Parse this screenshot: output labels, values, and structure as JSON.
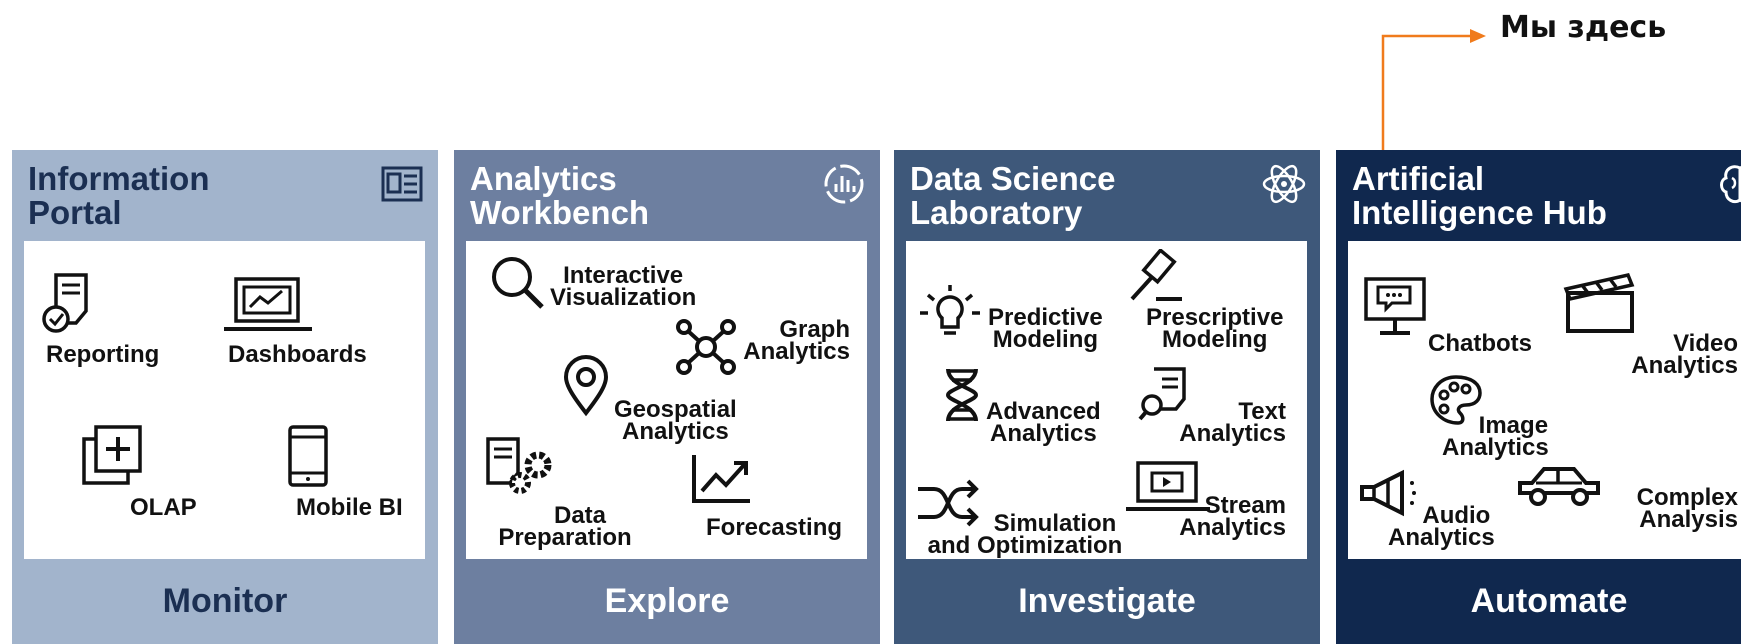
{
  "callout": {
    "label": "Мы здесь",
    "color": "#f07b1c"
  },
  "panels": [
    {
      "title_line1": "Information",
      "title_line2": "Portal",
      "header_icon": "id-card-icon",
      "verb": "Monitor",
      "items": [
        {
          "icon": "report-document-icon",
          "label": "Reporting"
        },
        {
          "icon": "dashboard-laptop-icon",
          "label": "Dashboards"
        },
        {
          "icon": "olap-cube-icon",
          "label": "OLAP"
        },
        {
          "icon": "mobile-phone-icon",
          "label": "Mobile BI"
        }
      ]
    },
    {
      "title_line1": "Analytics",
      "title_line2": "Workbench",
      "header_icon": "chart-circle-icon",
      "verb": "Explore",
      "items": [
        {
          "icon": "magnifier-icon",
          "label_line1": "Interactive",
          "label_line2": "Visualization"
        },
        {
          "icon": "graph-network-icon",
          "label_line1": "Graph",
          "label_line2": "Analytics"
        },
        {
          "icon": "map-pin-icon",
          "label_line1": "Geospatial",
          "label_line2": "Analytics"
        },
        {
          "icon": "document-gear-icon",
          "label_line1": "Data",
          "label_line2": "Preparation"
        },
        {
          "icon": "trend-chart-icon",
          "label": "Forecasting"
        }
      ]
    },
    {
      "title_line1": "Data Science",
      "title_line2": "Laboratory",
      "header_icon": "atom-icon",
      "verb": "Investigate",
      "items": [
        {
          "icon": "lightbulb-icon",
          "label_line1": "Predictive",
          "label_line2": "Modeling"
        },
        {
          "icon": "gavel-icon",
          "label_line1": "Prescriptive",
          "label_line2": "Modeling"
        },
        {
          "icon": "dna-icon",
          "label_line1": "Advanced",
          "label_line2": "Analytics"
        },
        {
          "icon": "text-search-icon",
          "label_line1": "Text",
          "label_line2": "Analytics"
        },
        {
          "icon": "shuffle-icon",
          "label_line1": "Simulation",
          "label_line2": "and Optimization"
        },
        {
          "icon": "video-laptop-icon",
          "label_line1": "Stream",
          "label_line2": "Analytics"
        }
      ]
    },
    {
      "title_line1": "Artificial",
      "title_line2": "Intelligence Hub",
      "header_icon": "brain-icon",
      "verb": "Automate",
      "items": [
        {
          "icon": "chat-monitor-icon",
          "label": "Chatbots"
        },
        {
          "icon": "clapperboard-icon",
          "label_line1": "Video",
          "label_line2": "Analytics"
        },
        {
          "icon": "palette-icon",
          "label_line1": "Image",
          "label_line2": "Analytics"
        },
        {
          "icon": "megaphone-icon",
          "label_line1": "Audio",
          "label_line2": "Analytics"
        },
        {
          "icon": "car-icon",
          "label_line1": "Complex",
          "label_line2": "Analysis"
        }
      ]
    }
  ]
}
